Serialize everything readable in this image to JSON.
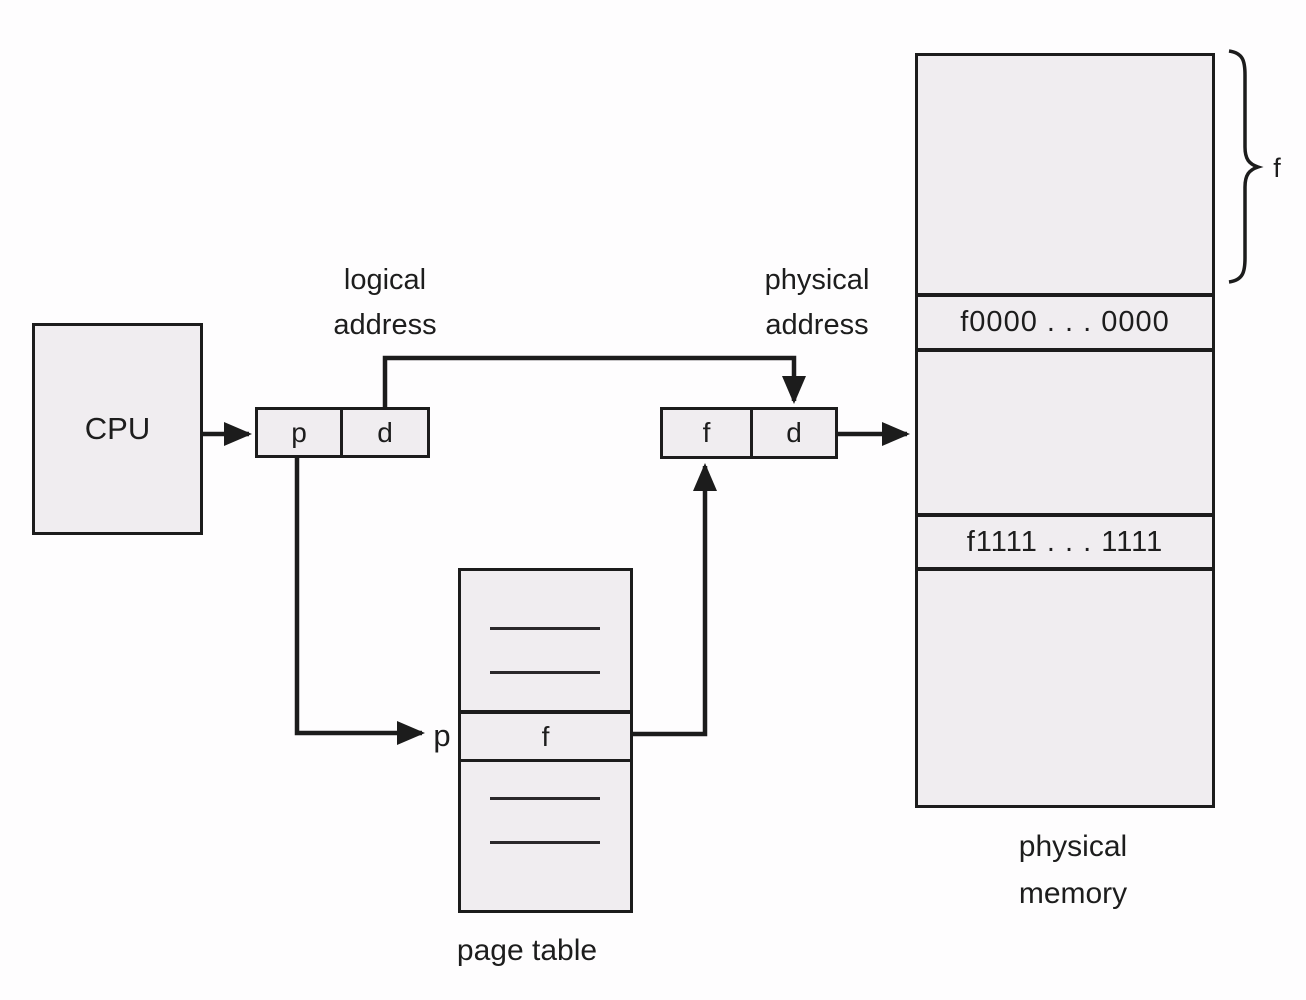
{
  "labels": {
    "cpu": "CPU",
    "logical_address": [
      "logical",
      "address"
    ],
    "physical_address": [
      "physical",
      "address"
    ],
    "page_table": "page table",
    "physical_memory": [
      "physical",
      "memory"
    ],
    "frame_brace": "f",
    "page_table_pointer": "p"
  },
  "registers": {
    "logical": {
      "page": "p",
      "offset": "d"
    },
    "physical": {
      "frame": "f",
      "offset": "d"
    }
  },
  "page_table": {
    "entry_value": "f"
  },
  "physical_memory": {
    "frame_start_address": "f0000 . . . 0000",
    "frame_end_address": "f1111 . . . 1111"
  },
  "colors": {
    "box_fill": "#f0edf0",
    "line": "#1c1c1c",
    "background": "#fefdfe",
    "text": "#1d1d1d"
  }
}
